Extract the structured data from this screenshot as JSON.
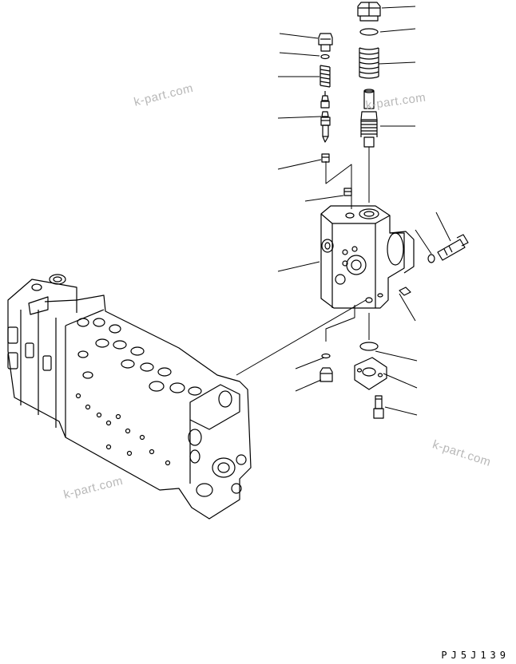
{
  "watermarks": [
    "k-part.com",
    "k-part.com",
    "k-part.com",
    "k-part.com"
  ],
  "drawing_code": "PJ5J139",
  "colors": {
    "line": "#000000",
    "watermark": "#b8b8b8",
    "background": "#ffffff"
  }
}
